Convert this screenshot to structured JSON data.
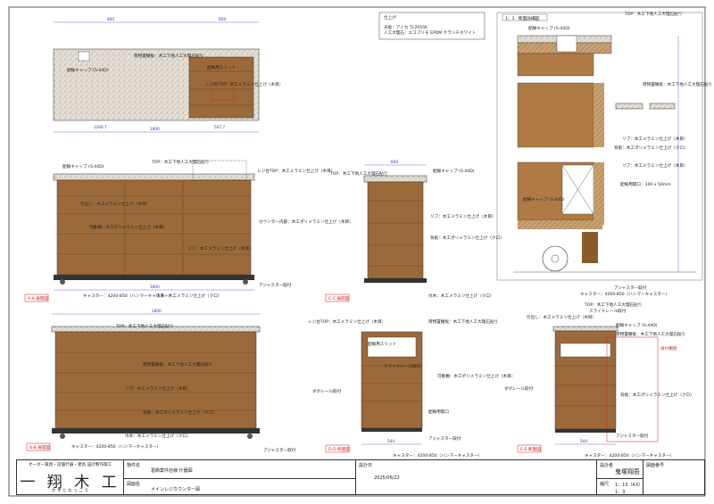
{
  "notes": {
    "heading": "仕上げ",
    "line1": "天板：アイカ TJ-2055K",
    "line2": "人工大理石：エコプリモ EPDM クランチホワイト"
  },
  "views": {
    "detail": {
      "label": "1：3　断面詳細図",
      "top": "TOP：木工下地人工大理石貼り",
      "cap": "配線キャップ (S-44D)",
      "front": "荷物置棚板：木工下地人工大理石貼り",
      "rib": "リブ：木工メラミン仕上げ（木目）",
      "back": "背板：木工ポリメラミン仕上げ（クロ）",
      "rib2": "リブ：木工メラミン仕上げ（木目）",
      "opening": "配線用開口：100 x 50mm",
      "cap2": "配線キャップ (S-44D)",
      "adjuster": "アジャスター取付",
      "caster": "キャスター：4200-850（ハンマーキャスター）"
    },
    "plan": {
      "shelf": "荷物置棚板：木工下地人工大理石貼り",
      "cap": "配線キャップ (S-44D)",
      "slit": "配線用スリット",
      "top": "レジ台TOP：木工メラミン仕上げ（木目）",
      "dims": [
        "800",
        "859",
        "1800",
        "1200.7",
        "507.7"
      ]
    },
    "aa": {
      "label": "A-A 展開図",
      "top": "TOP：木工下地人工大理石貼り",
      "cap": "配線キャップ (S-44D)",
      "regi": "レジ台TOP：木工メラミン仕上げ（木目）",
      "counter": "カウンター内部：木工ポリメラミン仕上げ（木目）",
      "drawer": "引出し：木工メラミン仕上げ（木目）",
      "movable": "可動棚：木工ポリメラミン仕上げ（木目）",
      "rib": "リブ：木工メラミン仕上げ（木目）",
      "skirt": "巾木：木工メラミン仕上げ（クロ）",
      "caster": "キャスター：4200-850（ハンマーキャスター）",
      "adjuster": "アジャスター取付",
      "dim": "1800"
    },
    "cc": {
      "label": "C-C 展開図",
      "top": "TOP：木工下地人工大理石貼り",
      "cap": "配線キャップ (S-44D)",
      "rib": "リブ：木工メラミン仕上げ（木目）",
      "back": "背板：木工ポリメラミン仕上げ（クロ）",
      "skirt": "巾木：木工メラミン仕上げ（クロ）",
      "dim": "600"
    },
    "bb": {
      "label": "B-B 展開図",
      "top": "TOP：木工下地人工大理石貼り",
      "shelf": "荷物置棚板：木工下地人工大理石貼り",
      "rib": "リブ：木工メラミン仕上げ（木目）",
      "back": "背板：木工ポリメラミン仕上げ（クロ）",
      "skirt": "巾木：木工メラミン仕上げ（クロ）",
      "caster": "キャスター：4200-850（ハンマーキャスター）",
      "adjuster": "アジャスター取付",
      "dim": "1800"
    },
    "dd": {
      "label": "D-D 断面図",
      "regi": "レジ台TOP：木工メラミン仕上げ（木目）",
      "slit": "配線用スリット",
      "shelf": "荷物置棚板：木工下地人工大理石貼り",
      "rail": "スライドレール取付",
      "movable": "可動棚：木工ポリメラミン仕上げ（木目）",
      "dabo": "ダボレール取付",
      "opening": "配線用開口",
      "caster": "キャスター：4200-850（ハンマーキャスター）",
      "adjuster": "アジャスター取付",
      "dim": "544"
    },
    "ee": {
      "label": "E-E 断面図",
      "top": "TOP：木工下地人工大理石貼り",
      "rail": "スライドレール取付",
      "drawer": "引出し：木工メラミン仕上げ（木目）",
      "cap": "配線キャップ (S-44D)",
      "shelf": "荷物置棚板：木工下地人工大理石貼り",
      "tag": "扉付棚割",
      "dabo": "ダボレール取付",
      "back": "背板：木工ポリメラミン仕上げ（クロ）",
      "caster": "キャスター：4200-850（ハンマーキャスター）",
      "adjuster": "アジャスター取付",
      "dim": "544"
    }
  },
  "title_block": {
    "company_tagline": "オーダー家具・店舗什器・建具 設計製作施工",
    "company_name": "一 翔 木 工",
    "company_kana": "か ず と も っ こ う",
    "property_label": "物件名",
    "property": "葛飾案件店様 什器図",
    "drawing_label": "図面名",
    "drawing": "メインレジカウンター図",
    "date_label": "設計日",
    "date": "2025/06/22",
    "designer_label": "設計者",
    "designer": "鬼塚翔吾",
    "scale_label": "縮尺",
    "scale1": "1：15（A3）",
    "scale2": "1：3",
    "number_label": "図面番号"
  }
}
